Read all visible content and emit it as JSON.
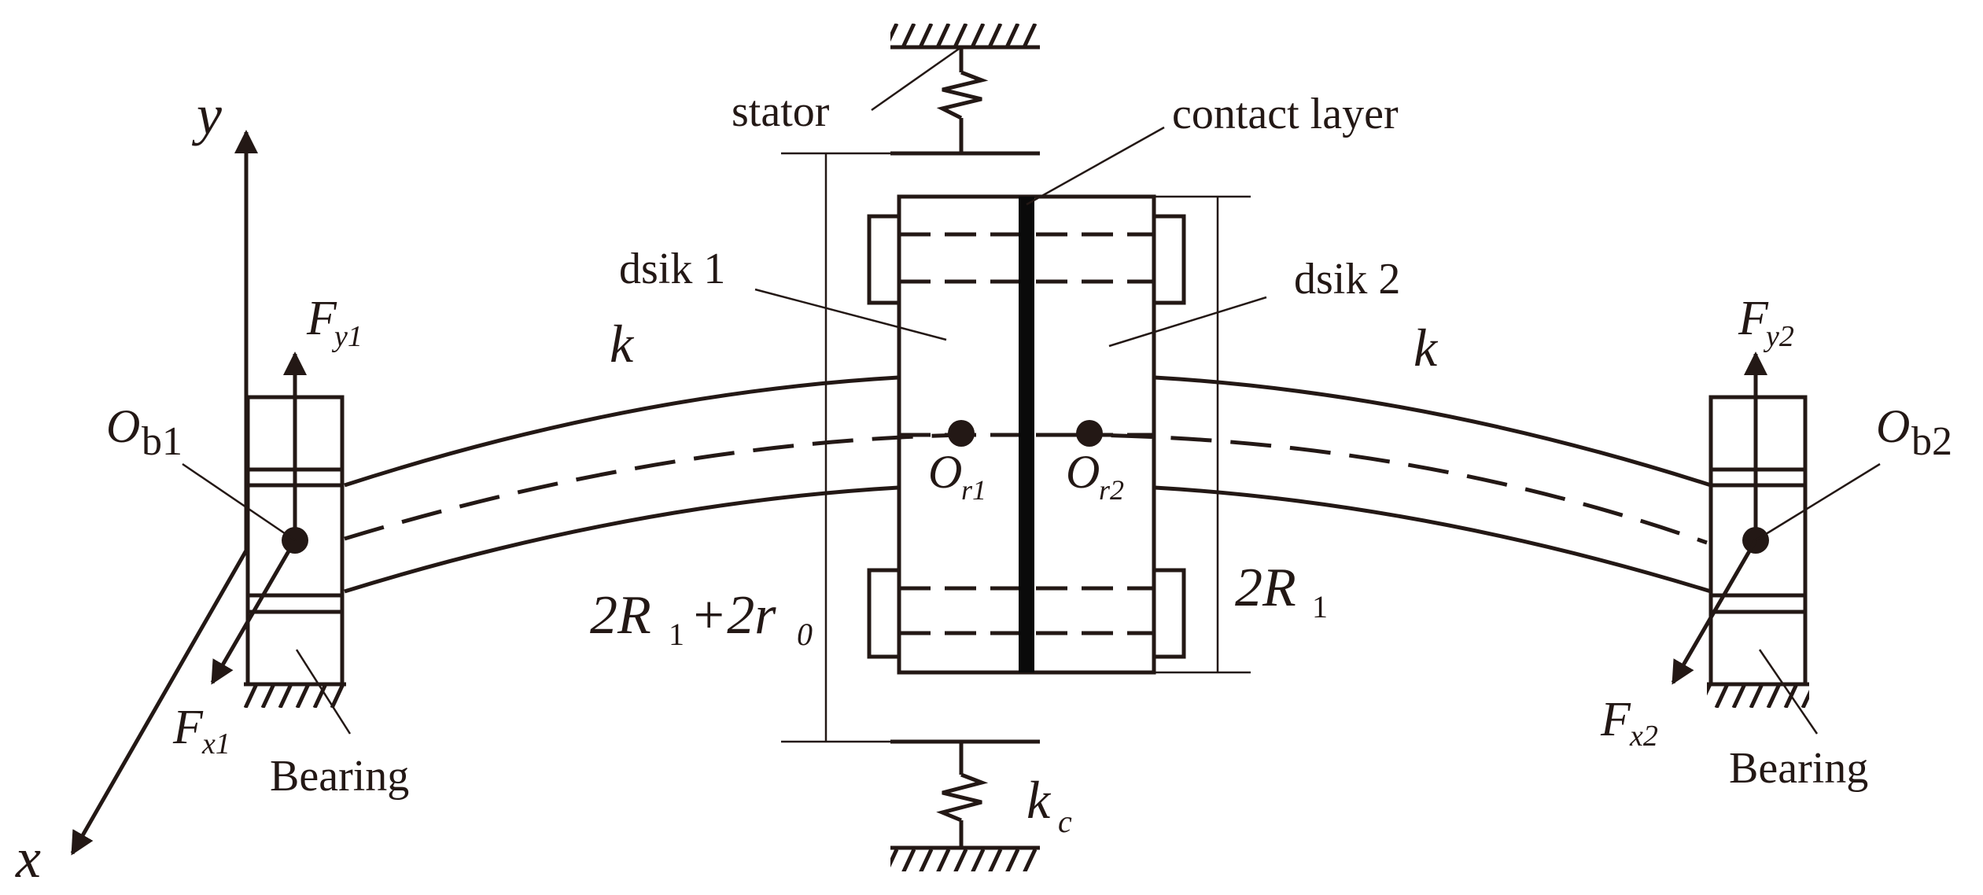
{
  "labels": {
    "axis_y": "y",
    "axis_x": "x",
    "stator": "stator",
    "contact_layer": "contact layer",
    "disk1": "dsik 1",
    "disk2": "dsik 2",
    "shaft_k_left": "k",
    "shaft_k_right": "k",
    "kc_base": "k",
    "kc_sub": "c",
    "Fy1_base": "F",
    "Fy1_sub": "y1",
    "Fy2_base": "F",
    "Fy2_sub": "y2",
    "Fx1_base": "F",
    "Fx1_sub": "x1",
    "Fx2_base": "F",
    "Fx2_sub": "x2",
    "Ob1_base": "O",
    "Ob1_sub": "b1",
    "Ob2_base": "O",
    "Ob2_sub": "b2",
    "Or1_base": "O",
    "Or1_sub": "r1",
    "Or2_base": "O",
    "Or2_sub": "r2",
    "bearing_left": "Bearing",
    "bearing_right": "Bearing",
    "dim_outer_a": "2R",
    "dim_outer_a_sub": "1",
    "dim_outer_b": "+2r",
    "dim_outer_b_sub": "0",
    "dim_inner": "2R",
    "dim_inner_sub": "1"
  },
  "colors": {
    "ink": "#231815",
    "background": "#ffffff"
  }
}
